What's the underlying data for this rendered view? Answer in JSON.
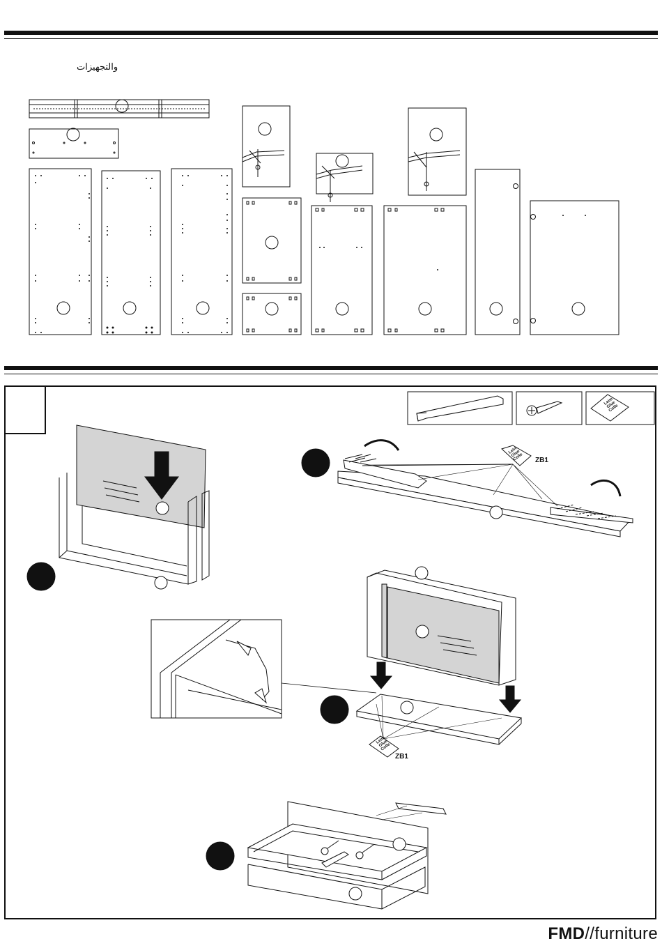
{
  "header": {
    "arabic_text": "والتجهيزات"
  },
  "step": {
    "number_box": ""
  },
  "labels": {
    "zb1_top": "ZB1",
    "zb1_bottom": "ZB1",
    "glue_lines": [
      "Leim",
      "Glue",
      "Colle"
    ]
  },
  "brand": {
    "bold": "FMD",
    "rest": "//furniture"
  }
}
